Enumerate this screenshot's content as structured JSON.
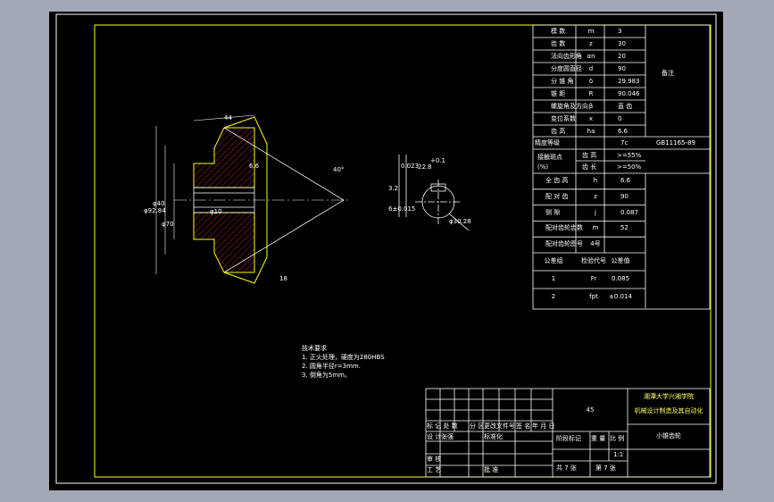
{
  "params_table": {
    "rows": [
      {
        "label": "模 数",
        "symbol": "m",
        "value": "3"
      },
      {
        "label": "齿 数",
        "symbol": "z",
        "value": "30"
      },
      {
        "label": "法向齿形角",
        "symbol": "αn",
        "value": "20"
      },
      {
        "label": "分度圆直径",
        "symbol": "d",
        "value": "90"
      },
      {
        "label": "分 锥 角",
        "symbol": "δ",
        "value": "29.983"
      },
      {
        "label": "锥 距",
        "symbol": "R",
        "value": "90.046"
      },
      {
        "label": "螺旋角及方向",
        "symbol": "β",
        "value": "直 齿"
      },
      {
        "label": "变位系数",
        "symbol": "x",
        "value": "0"
      },
      {
        "label": "齿 高",
        "symbol": "ha",
        "value": "6.6"
      }
    ],
    "side_note": "备注",
    "accuracy_label": "精度等级",
    "accuracy_value": "7c",
    "accuracy_std": "GB11165-89",
    "contact_label": "接触斑点",
    "contact_unit": "(%)",
    "contact_rows": [
      {
        "symbol": "齿 高",
        "value": ">=55%"
      },
      {
        "symbol": "齿 长",
        "value": ">=50%"
      }
    ],
    "rows2": [
      {
        "label": "全 齿 高",
        "symbol": "h",
        "value": "6.6"
      },
      {
        "label": "配 对 齿",
        "symbol": "z",
        "value": "90"
      },
      {
        "label": "侧 隙",
        "symbol": "j",
        "value": "0.087"
      },
      {
        "label": "配对齿轮齿数",
        "symbol": "m",
        "value": "52"
      },
      {
        "label": "配对齿轮图号",
        "symbol": "4号",
        "value": ""
      }
    ],
    "tol_header": [
      "公差组",
      "检验代号",
      "公差值"
    ],
    "tol_rows": [
      {
        "group": "1",
        "code": "Fr",
        "value": "0.085"
      },
      {
        "group": "2",
        "code": "fpt",
        "value": "±0.014"
      }
    ]
  },
  "notes": {
    "title": "技术要求",
    "items": [
      "1. 正火处理，硬度为280HBS",
      "2. 圆角半径r=3mm.",
      "3. 倒角为5mm。"
    ]
  },
  "title_block": {
    "material": "45",
    "school_line1": "湘潭大学兴湘学院",
    "school_line2": "机械设计制造及其自动化",
    "drawing_name": "小锥齿轮",
    "header_cells": [
      "标 记 处 数",
      "分 区",
      "更改文件号",
      "签 名",
      "年 月 日"
    ],
    "row_design": [
      "设 计",
      "张强",
      "标准化"
    ],
    "row_check": "审 核",
    "row_process": "工 艺",
    "row_approve": "批 准",
    "stage_label": "阶段标记",
    "weight_label": "重 量",
    "scale_label": "比 例",
    "scale_value": "1:1",
    "sheet_total": "共 7 张",
    "sheet_no": "第 7 张"
  },
  "dims": {
    "d_top": "44",
    "dia_tip": "φ92.84",
    "dia_bore": "φ40",
    "dia_hub": "φ70",
    "key_width": "φ10",
    "cone_angle": "40°",
    "bore_mark": "6.6",
    "bottom": "18",
    "key_depth": "22.8",
    "key_tol": "+0.1",
    "bore_dia": "φ30.28",
    "sym_box": "0.023",
    "left_dim": "6±0.015",
    "ra": "3.2"
  }
}
